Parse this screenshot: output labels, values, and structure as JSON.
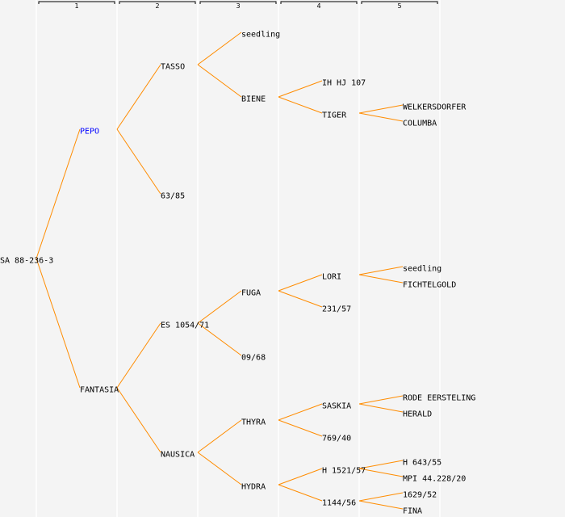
{
  "columns": [
    "1",
    "2",
    "3",
    "4",
    "5"
  ],
  "colors": {
    "line": "#ff8c00",
    "text": "#000000",
    "highlight": "#0000ff",
    "background": "#f4f4f4",
    "column_divider": "#ffffff"
  },
  "tree": {
    "id": "root",
    "name": "SA 88-236-3",
    "children": [
      {
        "id": "pepo",
        "name": "PEPO",
        "highlight": true,
        "children": [
          {
            "id": "tasso",
            "name": "TASSO",
            "children": [
              {
                "id": "seedling1",
                "name": "seedling"
              },
              {
                "id": "biene",
                "name": "BIENE",
                "children": [
                  {
                    "id": "ihhj",
                    "name": "IH HJ 107"
                  },
                  {
                    "id": "tiger",
                    "name": "TIGER",
                    "children": [
                      {
                        "id": "welk",
                        "name": "WELKERSDORFER"
                      },
                      {
                        "id": "columba",
                        "name": "COLUMBA"
                      }
                    ]
                  }
                ]
              }
            ]
          },
          {
            "id": "n6385",
            "name": "63/85"
          }
        ]
      },
      {
        "id": "fantasia",
        "name": "FANTASIA",
        "children": [
          {
            "id": "es1054",
            "name": "ES 1054/71",
            "children": [
              {
                "id": "fuga",
                "name": "FUGA",
                "children": [
                  {
                    "id": "lori",
                    "name": "LORI",
                    "children": [
                      {
                        "id": "seedling2",
                        "name": "seedling"
                      },
                      {
                        "id": "fichtel",
                        "name": "FICHTELGOLD"
                      }
                    ]
                  },
                  {
                    "id": "n23157",
                    "name": "231/57"
                  }
                ]
              },
              {
                "id": "n0968",
                "name": "09/68"
              }
            ]
          },
          {
            "id": "nausica",
            "name": "NAUSICA",
            "children": [
              {
                "id": "thyra",
                "name": "THYRA",
                "children": [
                  {
                    "id": "saskia",
                    "name": "SASKIA",
                    "children": [
                      {
                        "id": "rode",
                        "name": "RODE EERSTELING"
                      },
                      {
                        "id": "herald",
                        "name": "HERALD"
                      }
                    ]
                  },
                  {
                    "id": "n76940",
                    "name": "769/40"
                  }
                ]
              },
              {
                "id": "hydra",
                "name": "HYDRA",
                "children": [
                  {
                    "id": "h1521",
                    "name": "H 1521/57",
                    "children": [
                      {
                        "id": "h643",
                        "name": "H 643/55"
                      },
                      {
                        "id": "mpi",
                        "name": "MPI 44.228/20"
                      }
                    ]
                  },
                  {
                    "id": "n114456",
                    "name": "1144/56",
                    "children": [
                      {
                        "id": "n162952",
                        "name": "1629/52"
                      },
                      {
                        "id": "fina",
                        "name": "FINA"
                      }
                    ]
                  }
                ]
              }
            ]
          }
        ]
      }
    ]
  }
}
